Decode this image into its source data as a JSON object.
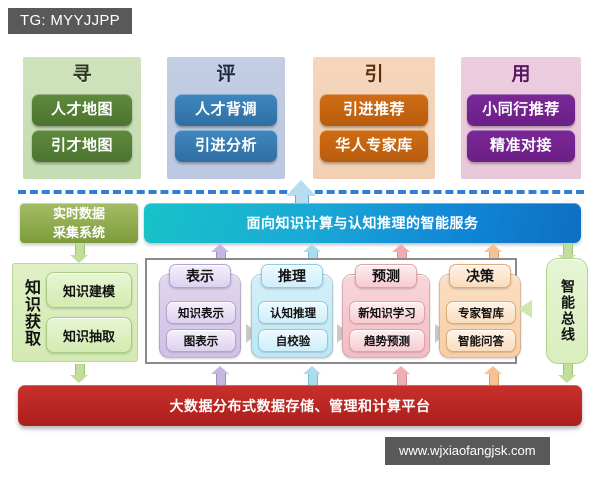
{
  "overlays": {
    "tg_badge": "TG: MYYJJPP",
    "site_badge": "www.wjxiaofangjsk.com"
  },
  "top_cards": [
    {
      "id": "xun",
      "title": "寻",
      "items": [
        "人才地图",
        "引才地图"
      ],
      "panel_color": "#c9dfb6",
      "pill_color": "#53803a"
    },
    {
      "id": "ping",
      "title": "评",
      "items": [
        "人才背调",
        "引进分析"
      ],
      "panel_color": "#bfcae2",
      "pill_color": "#357bb0"
    },
    {
      "id": "yin",
      "title": "引",
      "items": [
        "引进推荐",
        "华人专家库"
      ],
      "panel_color": "#f3d2b7",
      "pill_color": "#c4650f"
    },
    {
      "id": "yong",
      "title": "用",
      "items": [
        "小同行推荐",
        "精准对接"
      ],
      "panel_color": "#ebc9dc",
      "pill_color": "#71238e"
    }
  ],
  "divider": {
    "style": "dashed",
    "color": "#2f7fd6"
  },
  "mid_band": {
    "source_system": "实时数据\n采集系统",
    "source_system_line1": "实时数据",
    "source_system_line2": "采集系统",
    "service_bar": "面向知识计算与认知推理的智能服务",
    "service_bar_color": "#1186d6",
    "source_color": "#8ba94a"
  },
  "acquisition": {
    "label": "知识获取",
    "items": [
      "知识建模",
      "知识抽取"
    ],
    "color": "#d4eab3"
  },
  "pipeline": {
    "stages": [
      {
        "id": "representation",
        "cap": "表示",
        "items": [
          "知识表示",
          "图表示"
        ],
        "theme": "purple",
        "color": "#cfc0e6"
      },
      {
        "id": "reasoning",
        "cap": "推理",
        "items": [
          "认知推理",
          "自校验"
        ],
        "theme": "cyan",
        "color": "#bde6f4"
      },
      {
        "id": "prediction",
        "cap": "预测",
        "items": [
          "新知识学习",
          "趋势预测"
        ],
        "theme": "pink",
        "color": "#f3bcc3"
      },
      {
        "id": "decision",
        "cap": "决策",
        "items": [
          "专家智库",
          "智能问答"
        ],
        "theme": "orange",
        "color": "#f7cea5"
      }
    ]
  },
  "bus": {
    "label": "智能总线",
    "color": "#d9eebd"
  },
  "platform": {
    "label": "大数据分布式数据存储、管理和计算平台",
    "color": "#bb2724"
  },
  "connectors": {
    "up_to_service_colors": [
      "#c6b7e2",
      "#aadcee",
      "#efaeb5",
      "#f6c293"
    ],
    "up_to_platform_colors": [
      "#c6b7e2",
      "#aadcee",
      "#efaeb5",
      "#f6c293"
    ],
    "down_green_color": "#c2dd9c",
    "big_blue_arrow_color": "#b8dcf2"
  }
}
